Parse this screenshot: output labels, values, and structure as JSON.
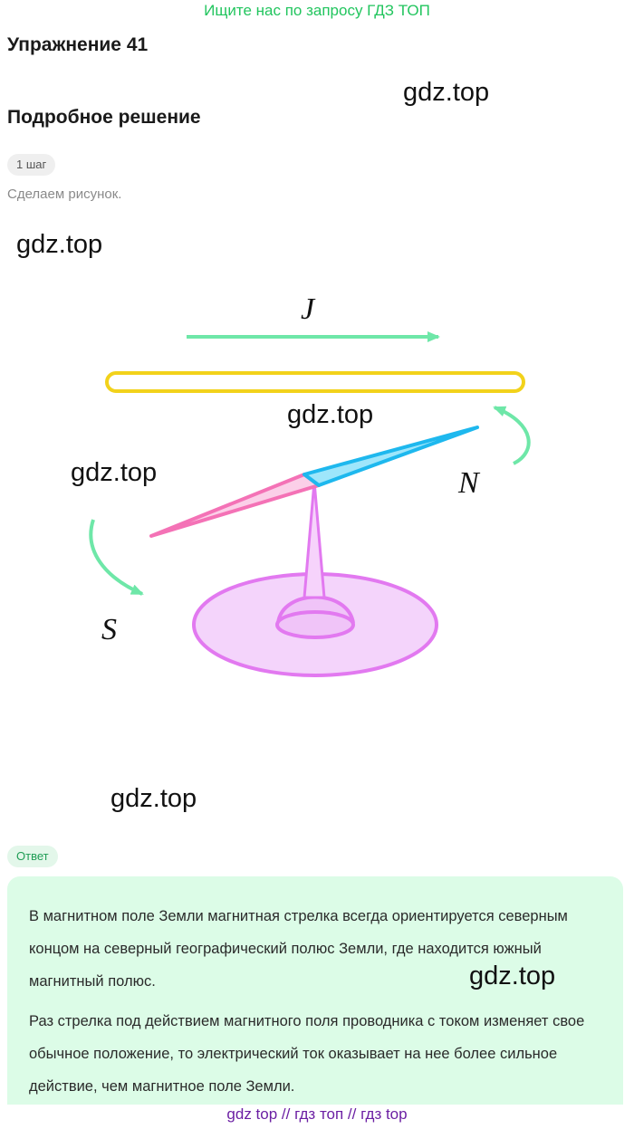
{
  "banner": {
    "text": "Ищите нас по запросу ГДЗ ТОП"
  },
  "exercise": {
    "title": "Упражнение 41"
  },
  "solution": {
    "title": "Подробное решение",
    "step_badge": "1 шаг",
    "step_text": "Сделаем рисунок."
  },
  "watermarks": [
    "gdz.top",
    "gdz.top",
    "gdz.top",
    "gdz.top",
    "gdz.top",
    "gdz.top"
  ],
  "figure": {
    "label_current": "J",
    "label_north": "N",
    "label_south": "S",
    "colors": {
      "conductor": "#f2d21b",
      "current_arrow": "#6ee7a8",
      "north_half": "#1eb8ee",
      "south_half": "#f472b6",
      "stand": "#e279f0"
    }
  },
  "answer": {
    "badge": "Ответ",
    "paragraphs": [
      "В магнитном поле Земли магнитная стрелка всегда ориентируется северным концом на северный географический полюс Земли, где находится южный магнитный полюс.",
      "Раз стрелка под действием магнитного поля проводника с током изменяет свое обычное положение, то электрический ток оказывает на нее более сильное действие, чем магнитное поле Земли."
    ]
  },
  "footer": {
    "text": "gdz top  //  гдз топ  //  гдз top"
  }
}
